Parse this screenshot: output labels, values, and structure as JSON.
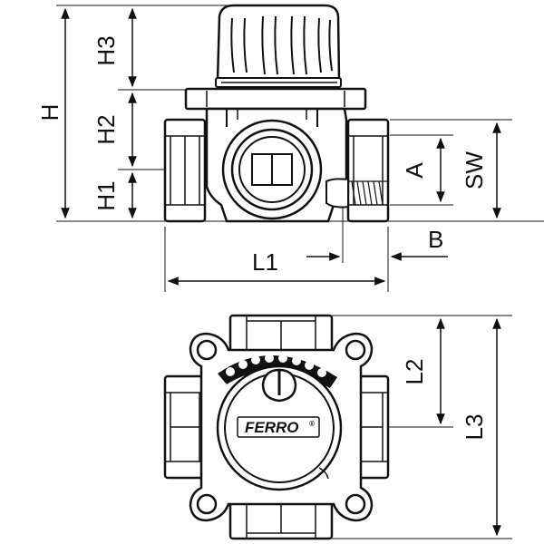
{
  "dimensions": {
    "H": "H",
    "H1": "H1",
    "H2": "H2",
    "H3": "H3",
    "A": "A",
    "SW": "SW",
    "B": "B",
    "L1": "L1",
    "L2": "L2",
    "L3": "L3"
  },
  "brand": "FERRO",
  "brand_mark": "®",
  "colors": {
    "line": "#111111",
    "background": "#ffffff"
  }
}
